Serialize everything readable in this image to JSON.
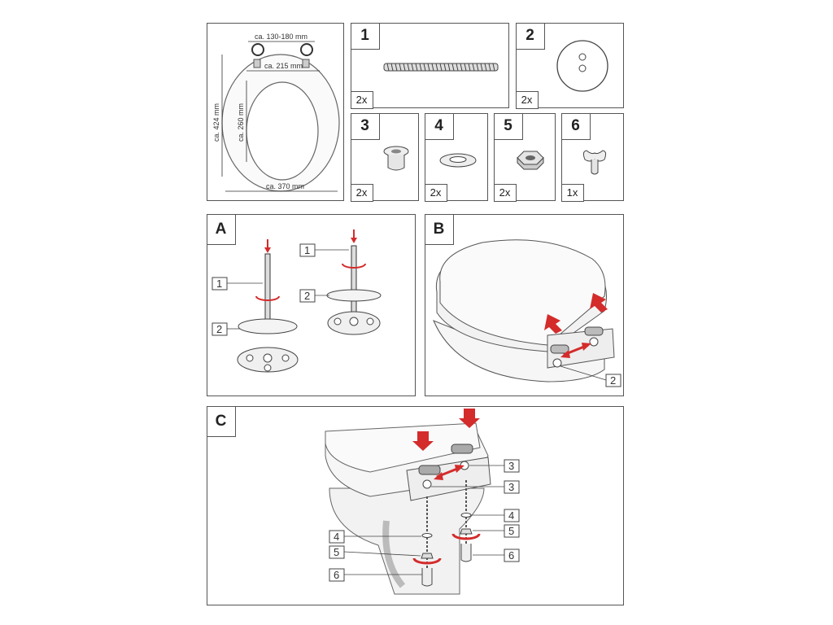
{
  "dimensions": {
    "hinge_spacing": "ca. 130-180 mm",
    "inner_width": "ca. 215 mm",
    "total_length": "ca. 424 mm",
    "inner_length": "ca. 260 mm",
    "total_width": "ca. 370 mm"
  },
  "parts": [
    {
      "number": "1",
      "qty": "2x",
      "item": "threaded rod"
    },
    {
      "number": "2",
      "qty": "2x",
      "item": "round base plate"
    },
    {
      "number": "3",
      "qty": "2x",
      "item": "bushing"
    },
    {
      "number": "4",
      "qty": "2x",
      "item": "washer"
    },
    {
      "number": "5",
      "qty": "2x",
      "item": "hex nut"
    },
    {
      "number": "6",
      "qty": "1x",
      "item": "wing key"
    }
  ],
  "steps": {
    "A": {
      "label": "A",
      "callouts": [
        "1",
        "2",
        "1",
        "2"
      ]
    },
    "B": {
      "label": "B",
      "callouts": [
        "2"
      ]
    },
    "C": {
      "label": "C",
      "callouts": [
        "3",
        "3",
        "4",
        "5",
        "6",
        "4",
        "5",
        "6"
      ]
    }
  },
  "colors": {
    "line": "#555555",
    "arrow": "#d42b2b",
    "fill": "#f4f4f4"
  }
}
